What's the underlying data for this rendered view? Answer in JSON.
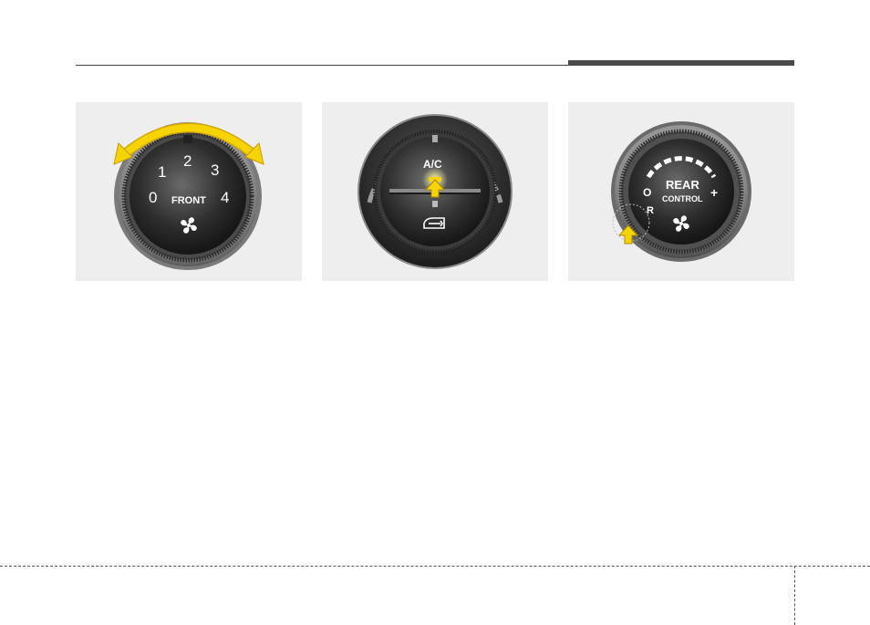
{
  "front_knob": {
    "positions": [
      "0",
      "1",
      "2",
      "3",
      "4"
    ],
    "label": "FRONT",
    "icon": "fan-icon",
    "arrow": "double-arrow-icon",
    "arrow_color": "#f5d400"
  },
  "ac_knob": {
    "label": "A/C",
    "icon": "recirculation-icon",
    "arrow": "press-arrow-icon",
    "indicator_color": "#f5d400"
  },
  "rear_knob": {
    "title": "REAR",
    "subtitle": "CONTROL",
    "off_label": "O",
    "plus_label": "+",
    "r_label": "R",
    "icon": "fan-icon",
    "arrow": "press-arrow-icon",
    "arrow_color": "#f5d400"
  }
}
